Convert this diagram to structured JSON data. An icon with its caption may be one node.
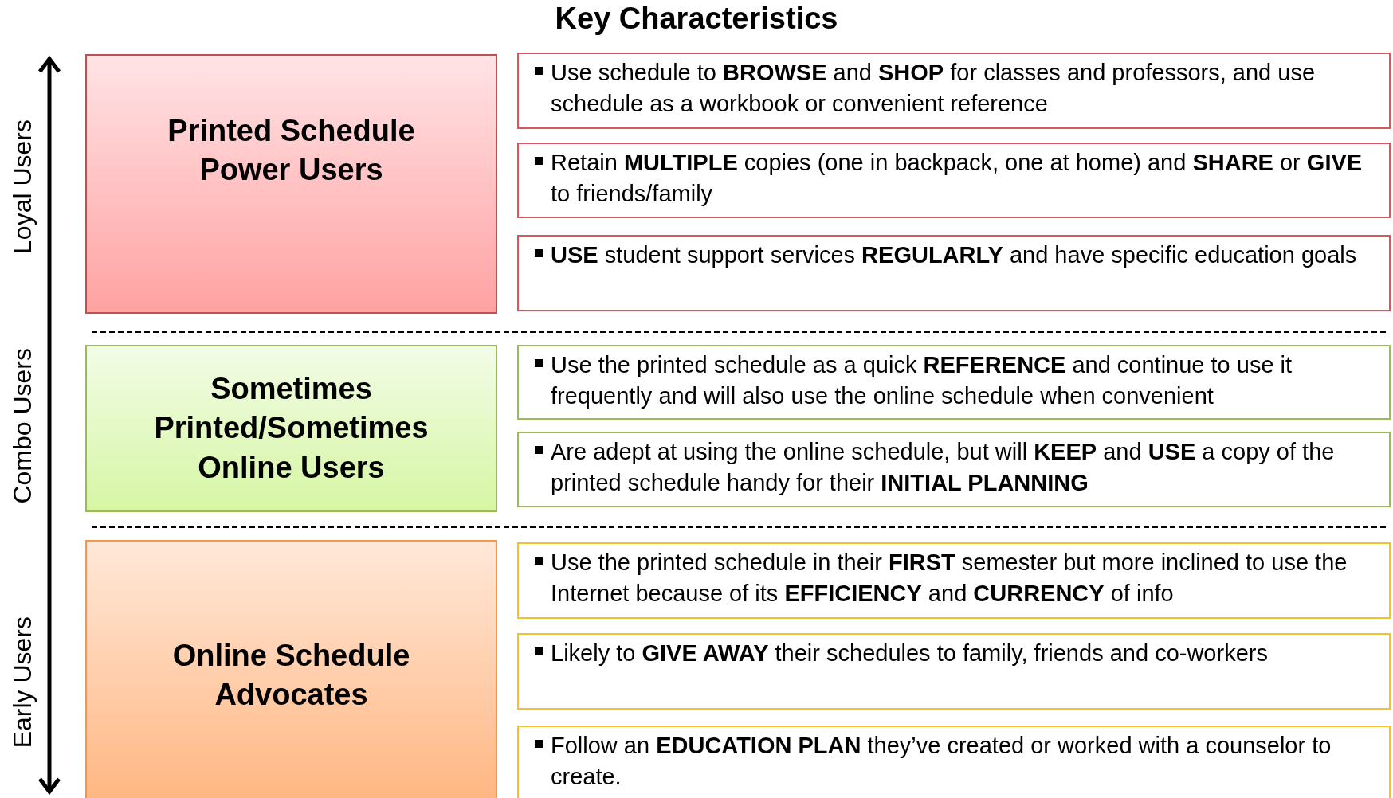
{
  "diagram": {
    "title": "Key Characteristics",
    "nodes": [
      {
        "text": [
          "Printed Schedule Power Users"
        ]
      },
      {
        "text": [
          "Use schedule to **BROWSE** and **SHOP** for classes and professors, and use schedule as a workbook or convenient reference"
        ]
      },
      {
        "text": [
          "Retain **MULTIPLE** copies (one in backpack, one at home) and **SHARE** or **GIVE** to friends/family"
        ]
      },
      {
        "text": [
          "**USE** student support services **REGULARLY** and have specific education goals"
        ]
      },
      {
        "text": [
          "Sometimes Printed/Sometimes Online Users"
        ]
      },
      {
        "text": [
          "Use the printed schedule as a quick **REFERENCE** and continue to use it frequently and will also use the online schedule when convenient"
        ]
      },
      {
        "text": [
          "Are adept at using the online schedule, but will **KEEP** and **USE** a copy of the printed schedule handy for their **INITIAL PLANNING**"
        ]
      },
      {
        "text": [
          "Online Schedule Advocates"
        ]
      },
      {
        "text": [
          "Use the printed schedule in their **FIRST** semester but more inclined to use the Internet because of its **EFFICIENCY** and **CURRENCY** of info"
        ]
      },
      {
        "text": [
          "Likely to **GIVE AWAY** their schedules to family, friends and co-workers"
        ]
      },
      {
        "text": [
          "Follow an **EDUCATION PLAN** they’ve created or worked with a counselor to create."
        ]
      }
    ],
    "edges": [],
    "labels": [
      "Loyal Users",
      "Combo Users",
      "Early Users"
    ]
  }
}
